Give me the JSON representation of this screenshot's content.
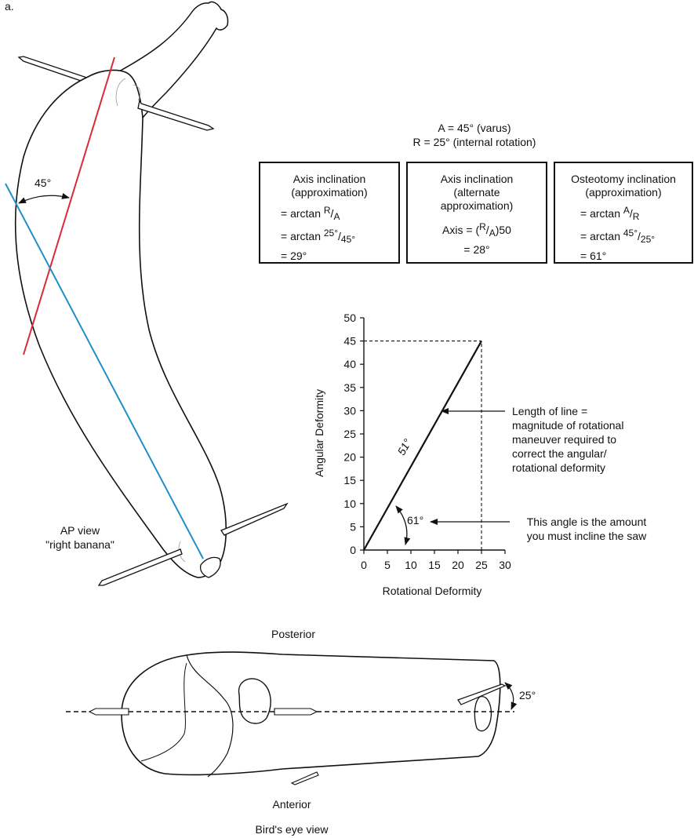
{
  "figure_label": "a.",
  "ap_view": {
    "angle_label": "45°",
    "caption_line1": "AP view",
    "caption_line2": "\"right banana\""
  },
  "deformity": {
    "line1": "A = 45° (varus)",
    "line2": "R = 25° (internal rotation)"
  },
  "boxes": [
    {
      "title1": "Axis inclination",
      "title2": "(approximation)",
      "eq1": "= arctan ",
      "eq1_num": "R",
      "eq1_den": "A",
      "eq2": "= arctan ",
      "eq2_num": "25°",
      "eq2_den": "45°",
      "eq3": "= 29°"
    },
    {
      "title1": "Axis inclination",
      "title2": "(alternate",
      "title3": "approximation)",
      "eq_prefix": "Axis = (",
      "eq_num": "R",
      "eq_den": "A",
      "eq_suffix": ")50",
      "eq_result": "= 28°"
    },
    {
      "title1": "Osteotomy inclination",
      "title2": "(approximation)",
      "eq1": "= arctan ",
      "eq1_num": "A",
      "eq1_den": "R",
      "eq2": "= arctan ",
      "eq2_num": "45°",
      "eq2_den": "25°",
      "eq3": "= 61°"
    }
  ],
  "chart_data": {
    "type": "line",
    "title": "",
    "xlabel": "Rotational Deformity",
    "ylabel": "Angular Deformity",
    "xlim": [
      0,
      30
    ],
    "ylim": [
      0,
      50
    ],
    "xticks": [
      0,
      5,
      10,
      15,
      20,
      25,
      30
    ],
    "yticks": [
      0,
      5,
      10,
      15,
      20,
      25,
      30,
      35,
      40,
      45,
      50
    ],
    "series": [
      {
        "x": [
          0,
          25
        ],
        "y": [
          0,
          45
        ]
      }
    ],
    "reference_lines": [
      {
        "x": [
          0,
          25
        ],
        "y": [
          45,
          45
        ],
        "style": "dashed"
      },
      {
        "x": [
          25,
          25
        ],
        "y": [
          0,
          45
        ],
        "style": "dashed"
      }
    ],
    "line_label": "51°",
    "angle_label": "61°",
    "annotations": [
      {
        "lines": [
          "Length of line =",
          "magnitude of rotational",
          "maneuver required to",
          "correct the angular/",
          "rotational deformity"
        ]
      },
      {
        "lines": [
          "This angle is the amount",
          "you must incline the saw"
        ]
      }
    ]
  },
  "birds_eye": {
    "posterior_label": "Posterior",
    "anterior_label": "Anterior",
    "angle_label": "25°",
    "caption": "Bird's eye view"
  },
  "colors": {
    "red_axis": "#d92b3a",
    "blue_axis": "#1e8fc8",
    "ink": "#111111"
  }
}
